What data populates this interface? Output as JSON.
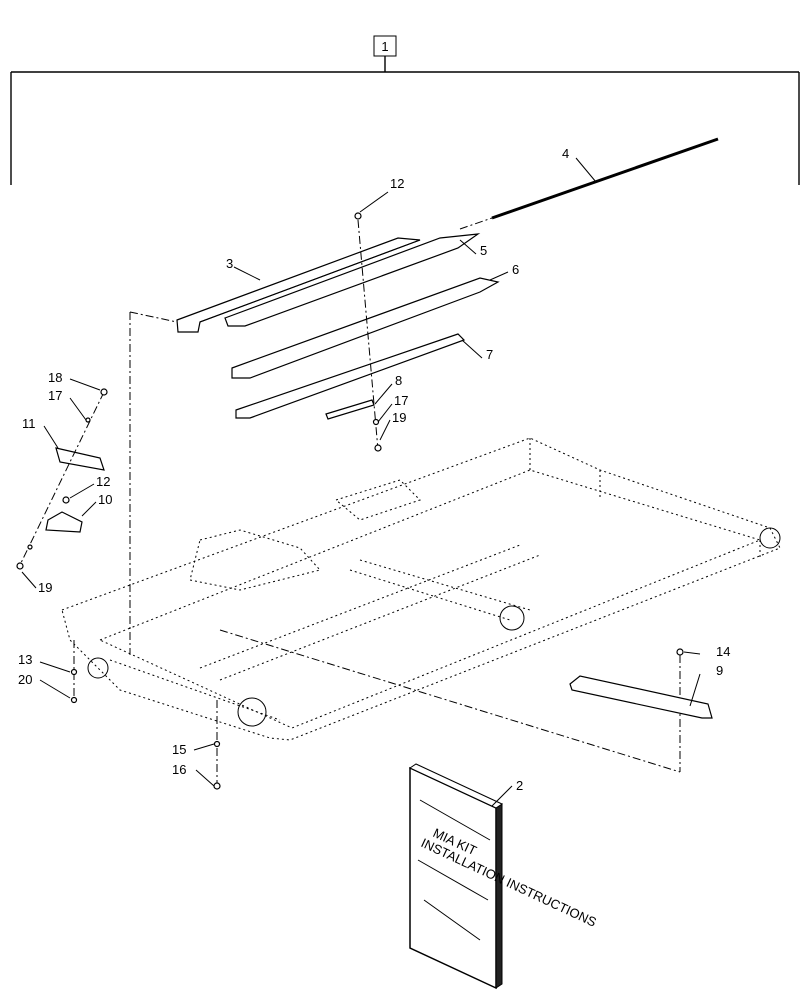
{
  "callouts": [
    {
      "id": "c1",
      "label": "1"
    },
    {
      "id": "c2",
      "label": "2"
    },
    {
      "id": "c3",
      "label": "3"
    },
    {
      "id": "c4",
      "label": "4"
    },
    {
      "id": "c5",
      "label": "5"
    },
    {
      "id": "c6",
      "label": "6"
    },
    {
      "id": "c7",
      "label": "7"
    },
    {
      "id": "c8",
      "label": "8"
    },
    {
      "id": "c9",
      "label": "9"
    },
    {
      "id": "c10",
      "label": "10"
    },
    {
      "id": "c11",
      "label": "11"
    },
    {
      "id": "c12a",
      "label": "12"
    },
    {
      "id": "c12b",
      "label": "12"
    },
    {
      "id": "c13",
      "label": "13"
    },
    {
      "id": "c14",
      "label": "14"
    },
    {
      "id": "c15",
      "label": "15"
    },
    {
      "id": "c16",
      "label": "16"
    },
    {
      "id": "c17a",
      "label": "17"
    },
    {
      "id": "c17b",
      "label": "17"
    },
    {
      "id": "c18",
      "label": "18"
    },
    {
      "id": "c19a",
      "label": "19"
    },
    {
      "id": "c19b",
      "label": "19"
    },
    {
      "id": "c20",
      "label": "20"
    }
  ],
  "booklet": {
    "line1": "MIA KIT",
    "line2": "INSTALLATION INSTRUCTIONS"
  }
}
